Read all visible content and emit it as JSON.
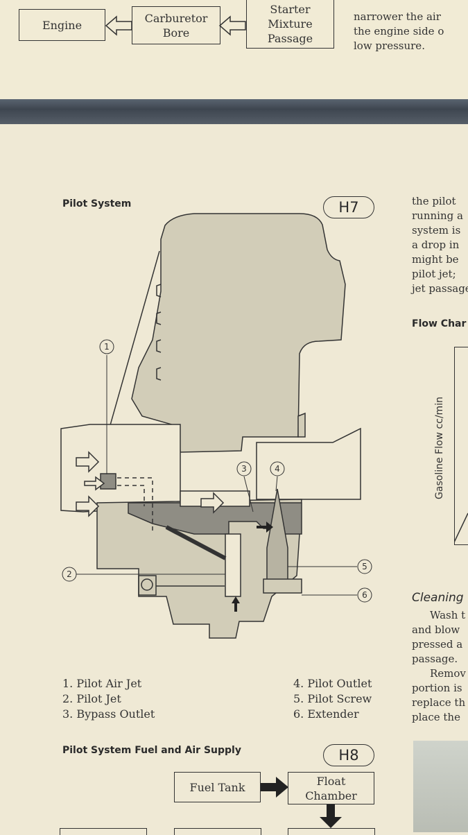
{
  "top_flow": {
    "engine": "Engine",
    "carburetor_bore": "Carburetor\nBore",
    "starter_mixture": "Starter\nMixture\nPassage"
  },
  "top_text_lines": [
    "narrower the air",
    "the engine side o",
    "low pressure."
  ],
  "pilot_system": {
    "title": "Pilot System",
    "badge": "H7",
    "callouts": [
      "1",
      "2",
      "3",
      "4",
      "5",
      "6"
    ],
    "legend_left": [
      "1. Pilot Air Jet",
      "2. Pilot Jet",
      "3. Bypass Outlet"
    ],
    "legend_right": [
      "4. Pilot Outlet",
      "5. Pilot Screw",
      "6. Extender"
    ]
  },
  "right_column": {
    "text_lines": [
      "the pilot",
      "running a",
      "system is",
      "a drop in",
      "might be",
      "pilot jet;",
      "jet passage"
    ],
    "flow_chart_heading": "Flow Char",
    "axis_label": "Gasoline Flow cc/min",
    "cleaning_heading": "Cleaning",
    "cleaning_lines": [
      "Wash t",
      "and blow",
      "pressed a",
      "passage.",
      "Remov",
      "portion is",
      "replace th",
      "place the"
    ]
  },
  "supply": {
    "title": "Pilot System Fuel and Air Supply",
    "badge": "H8",
    "fuel_tank": "Fuel Tank",
    "float_chamber": "Float\nChamber"
  },
  "colors": {
    "paper": "#efe9d5",
    "drawing": "#d2cdb8",
    "dark": "#8f8d84",
    "band": "#444c55"
  }
}
